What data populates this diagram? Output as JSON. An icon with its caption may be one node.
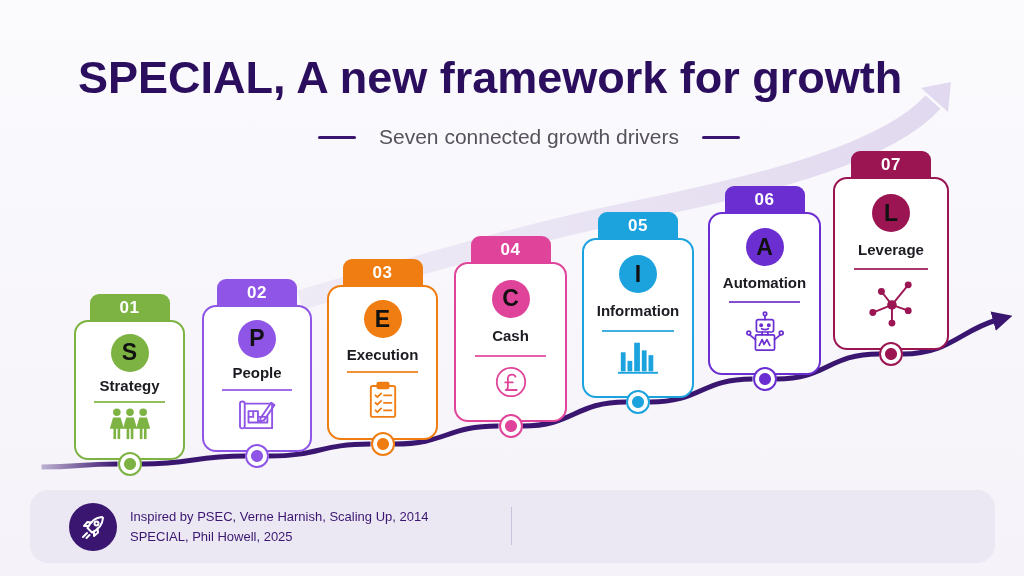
{
  "diagram": {
    "title": "SPECIAL, A new framework for growth",
    "nodes": [
      {
        "text": [
          "01"
        ]
      },
      {
        "text": [
          "Strategy"
        ]
      },
      {
        "text": [
          "S"
        ],
        "in": 1
      },
      {
        "text": [
          "02"
        ]
      },
      {
        "text": [
          "People"
        ]
      },
      {
        "text": [
          "P"
        ],
        "in": 4
      },
      {
        "text": [
          "03"
        ]
      },
      {
        "text": [
          "Execution"
        ]
      },
      {
        "text": [
          "E"
        ],
        "in": 7
      },
      {
        "text": [
          "04"
        ]
      },
      {
        "text": [
          "Cash"
        ]
      },
      {
        "text": [
          "C"
        ],
        "in": 10
      },
      {
        "text": [
          "05"
        ]
      },
      {
        "text": [
          "Information"
        ]
      },
      {
        "text": [
          "I"
        ],
        "in": 13
      },
      {
        "text": [
          "06"
        ]
      },
      {
        "text": [
          "Automation"
        ]
      },
      {
        "text": [
          "A"
        ],
        "in": 16
      },
      {
        "text": [
          "07"
        ]
      },
      {
        "text": [
          "Leverage"
        ]
      },
      {
        "text": [
          "L"
        ],
        "in": 19
      },
      {
        "text": [],
        "shape": "circle"
      },
      {
        "text": [],
        "shape": "circle"
      },
      {
        "text": [],
        "shape": "circle"
      },
      {
        "text": [],
        "shape": "circle"
      },
      {
        "text": [],
        "shape": "circle"
      },
      {
        "text": [],
        "shape": "circle"
      },
      {
        "text": [],
        "shape": "circle"
      },
      {
        "text": [
          "Inspired by PSEC, Verne Harnish, Scaling Up, 2014",
          "SPECIAL, Phil Howell, 2025"
        ]
      }
    ],
    "edges": [
      {
        "from": null,
        "to": 21,
        "arrow": "none"
      },
      {
        "from": 21,
        "to": 22,
        "arrow": "none"
      },
      {
        "from": 22,
        "to": 23,
        "arrow": "none"
      },
      {
        "from": 23,
        "to": 24,
        "arrow": "none"
      },
      {
        "from": 24,
        "to": 25,
        "arrow": "none"
      },
      {
        "from": 25,
        "to": 26,
        "arrow": "none"
      },
      {
        "from": 26,
        "to": 27,
        "arrow": "none"
      },
      {
        "from": 27,
        "to": null,
        "arrow": "to"
      }
    ],
    "labels": [
      "Seven connected growth drivers"
    ]
  }
}
